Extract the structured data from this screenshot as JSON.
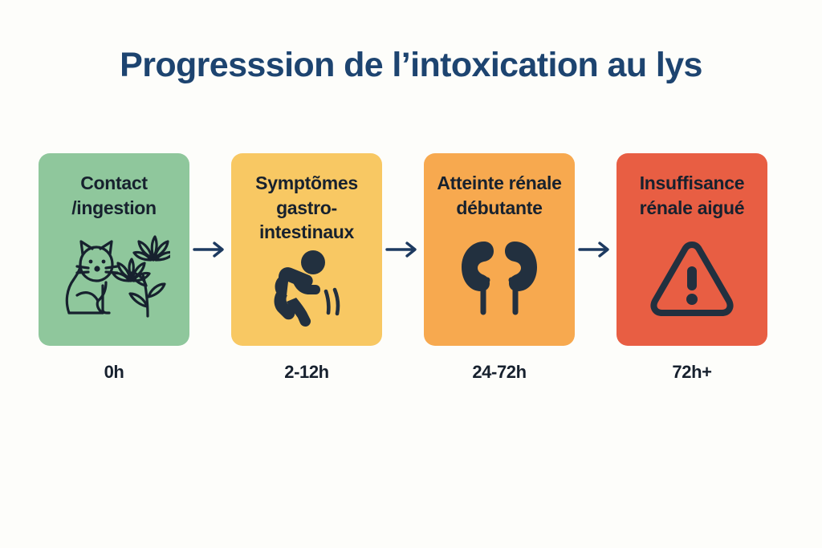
{
  "header": {
    "title": "Progresssion de l’intoxication au lys"
  },
  "colors": {
    "background": "#fdfdfa",
    "title": "#1d4470",
    "ink": "#17212e",
    "arrow": "#1d3a60",
    "stage1": "#8fc79c",
    "stage2": "#f8c863",
    "stage3": "#f7a94f",
    "stage4": "#e85e43"
  },
  "flow": {
    "stages": [
      {
        "label": "Contact /ingestion",
        "time": "0h",
        "color": "#8fc79c",
        "icon": "cat-and-lily-icon"
      },
      {
        "label": "Symptõmes gastro-intestinaux",
        "time": "2-12h",
        "color": "#f8c863",
        "icon": "vomiting-person-icon"
      },
      {
        "label": "Atteinte rénale débutante",
        "time": "24-72h",
        "color": "#f7a94f",
        "icon": "kidneys-icon"
      },
      {
        "label": "Insuffisance rénale aigué",
        "time": "72h+",
        "color": "#e85e43",
        "icon": "warning-triangle-icon"
      }
    ],
    "connectors": [
      {
        "icon": "arrow-right-icon"
      },
      {
        "icon": "arrow-right-icon"
      },
      {
        "icon": "arrow-right-icon"
      }
    ]
  }
}
